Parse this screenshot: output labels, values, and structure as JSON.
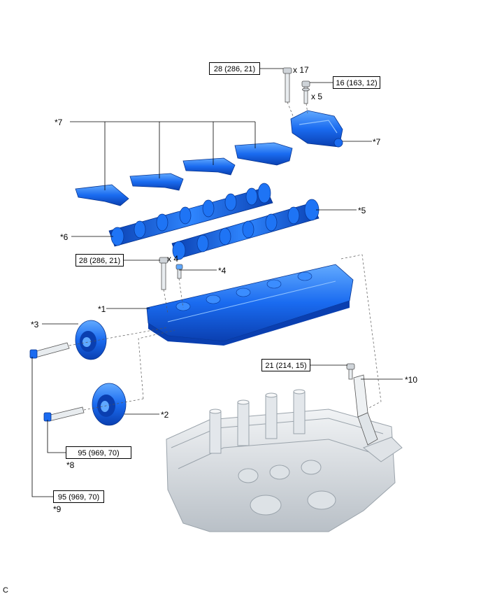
{
  "torque_specs": {
    "a": "28 (286, 21)",
    "b": "16 (163, 12)",
    "c": "28 (286, 21)",
    "d": "21 (214, 15)",
    "e": "95 (969, 70)",
    "f": "95 (969, 70)"
  },
  "qty": {
    "x17": "x 17",
    "x5": "x 5",
    "x4": "x 4"
  },
  "callouts": {
    "c1": "*1",
    "c2": "*2",
    "c3": "*3",
    "c4": "*4",
    "c5": "*5",
    "c6": "*6",
    "c7a": "*7",
    "c7b": "*7",
    "c8": "*8",
    "c9": "*9",
    "c10": "*10"
  },
  "footer_mark": "C",
  "colors": {
    "part_blue": "#1a6bf0",
    "part_dark": "#0a3fb0",
    "part_light": "#5fa8ff",
    "engine_gray": "#c9ced4",
    "line": "#000000"
  }
}
